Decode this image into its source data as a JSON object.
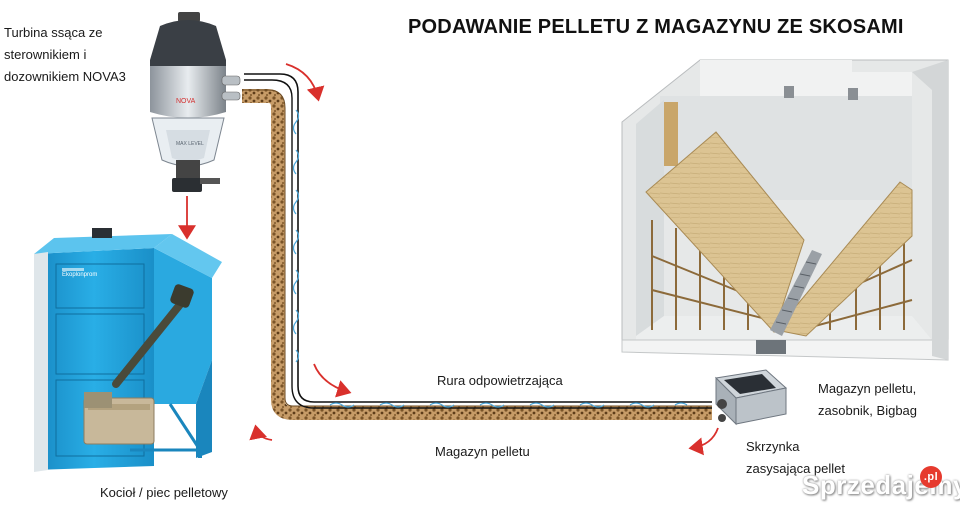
{
  "title": "PODAWANIE PELLETU Z MAGAZYNU ZE SKOSAMI",
  "labels": {
    "turbine": [
      "Turbina ssąca ze",
      "sterownikiem i",
      "dozownikiem NOVA3"
    ],
    "boiler": "Kocioł / piec pelletowy",
    "vent_pipe": "Rura odpowietrzająca",
    "storage_pipe": "Magazyn pelletu",
    "magazine": [
      "Magazyn pelletu,",
      "zasobnik, Bigbag"
    ],
    "suction_box": [
      "Skrzynka",
      "zasysająca pellet"
    ]
  },
  "turbine_badges": {
    "brand": "NOVA",
    "level": "MAX LEVEL"
  },
  "boiler_brand": "Ekoplonprom",
  "watermark": {
    "text": "Sprzedajemy",
    "badge": ".pl"
  },
  "colors": {
    "arrow": "#d9302c",
    "boiler_blue": "#1f9fd8",
    "pellet": "#a0794a",
    "wood": "#d8bf8c",
    "vent_line": "#111111",
    "air_swirl": "#4aa8dd"
  }
}
